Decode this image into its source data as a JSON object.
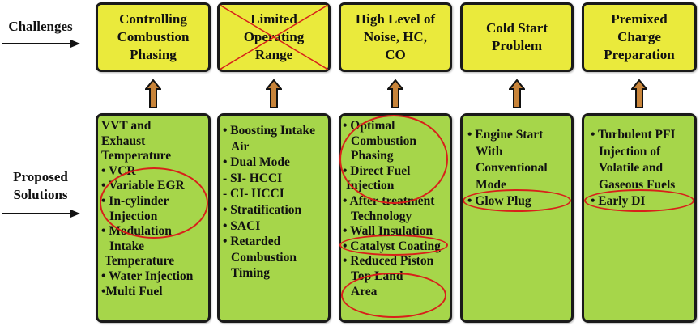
{
  "row_labels": {
    "challenges": "Challenges",
    "solutions_line1": "Proposed",
    "solutions_line2": "Solutions"
  },
  "colors": {
    "challenge_fill": "#eaea3c",
    "solution_fill": "#a6d64a",
    "arrow_fill": "#c8843a",
    "highlight_red": "#d8201a",
    "border": "#1a1a1a"
  },
  "columns": [
    {
      "challenge": {
        "lines": [
          "Controlling",
          "Combustion",
          "Phasing"
        ],
        "crossed_out": false
      },
      "solutions": [
        "VVT and",
        "Exhaust",
        "Temperature",
        "• VCR",
        "• Variable EGR",
        "• In-cylinder",
        "  Injection",
        "• Modulation",
        "  Intake",
        " Temperature",
        "• Water Injection",
        "•Multi Fuel"
      ],
      "highlighted": [
        "VCR",
        "Variable EGR",
        "In-cylinder Injection"
      ]
    },
    {
      "challenge": {
        "lines": [
          "Limited",
          "Operating",
          "Range"
        ],
        "crossed_out": true
      },
      "solutions": [
        "• Boosting Intake",
        "  Air",
        "• Dual Mode",
        " - SI- HCCI",
        " - CI- HCCI",
        "• Stratification",
        "• SACI",
        "• Retarded",
        "  Combustion",
        "  Timing"
      ],
      "highlighted": []
    },
    {
      "challenge": {
        "lines": [
          "High Level of",
          "Noise, HC,",
          "CO"
        ],
        "crossed_out": false
      },
      "solutions": [
        "• Optimal",
        "  Combustion",
        "  Phasing",
        "•  Direct Fuel",
        " Injection",
        "• After-treatment",
        "  Technology",
        "• Wall Insulation",
        "• Catalyst Coating",
        "• Reduced Piston",
        "  Top Land",
        "  Area"
      ],
      "highlighted": [
        "Optimal Combustion Phasing",
        "Direct Fuel Injection",
        "Wall Insulation",
        "Reduced Piston Top Land Area"
      ]
    },
    {
      "challenge": {
        "lines": [
          "Cold Start",
          "Problem"
        ],
        "crossed_out": false
      },
      "solutions": [
        "",
        "• Engine Start",
        "  With",
        "  Conventional",
        "  Mode",
        "• Glow Plug"
      ],
      "highlighted": [
        "Glow Plug"
      ]
    },
    {
      "challenge": {
        "lines": [
          "Premixed",
          "Charge",
          "Preparation"
        ],
        "crossed_out": false
      },
      "solutions": [
        "",
        "• Turbulent PFI",
        "  Injection of",
        "  Volatile and",
        "  Gaseous Fuels",
        "• Early DI"
      ],
      "highlighted": [
        "Early DI"
      ]
    }
  ]
}
